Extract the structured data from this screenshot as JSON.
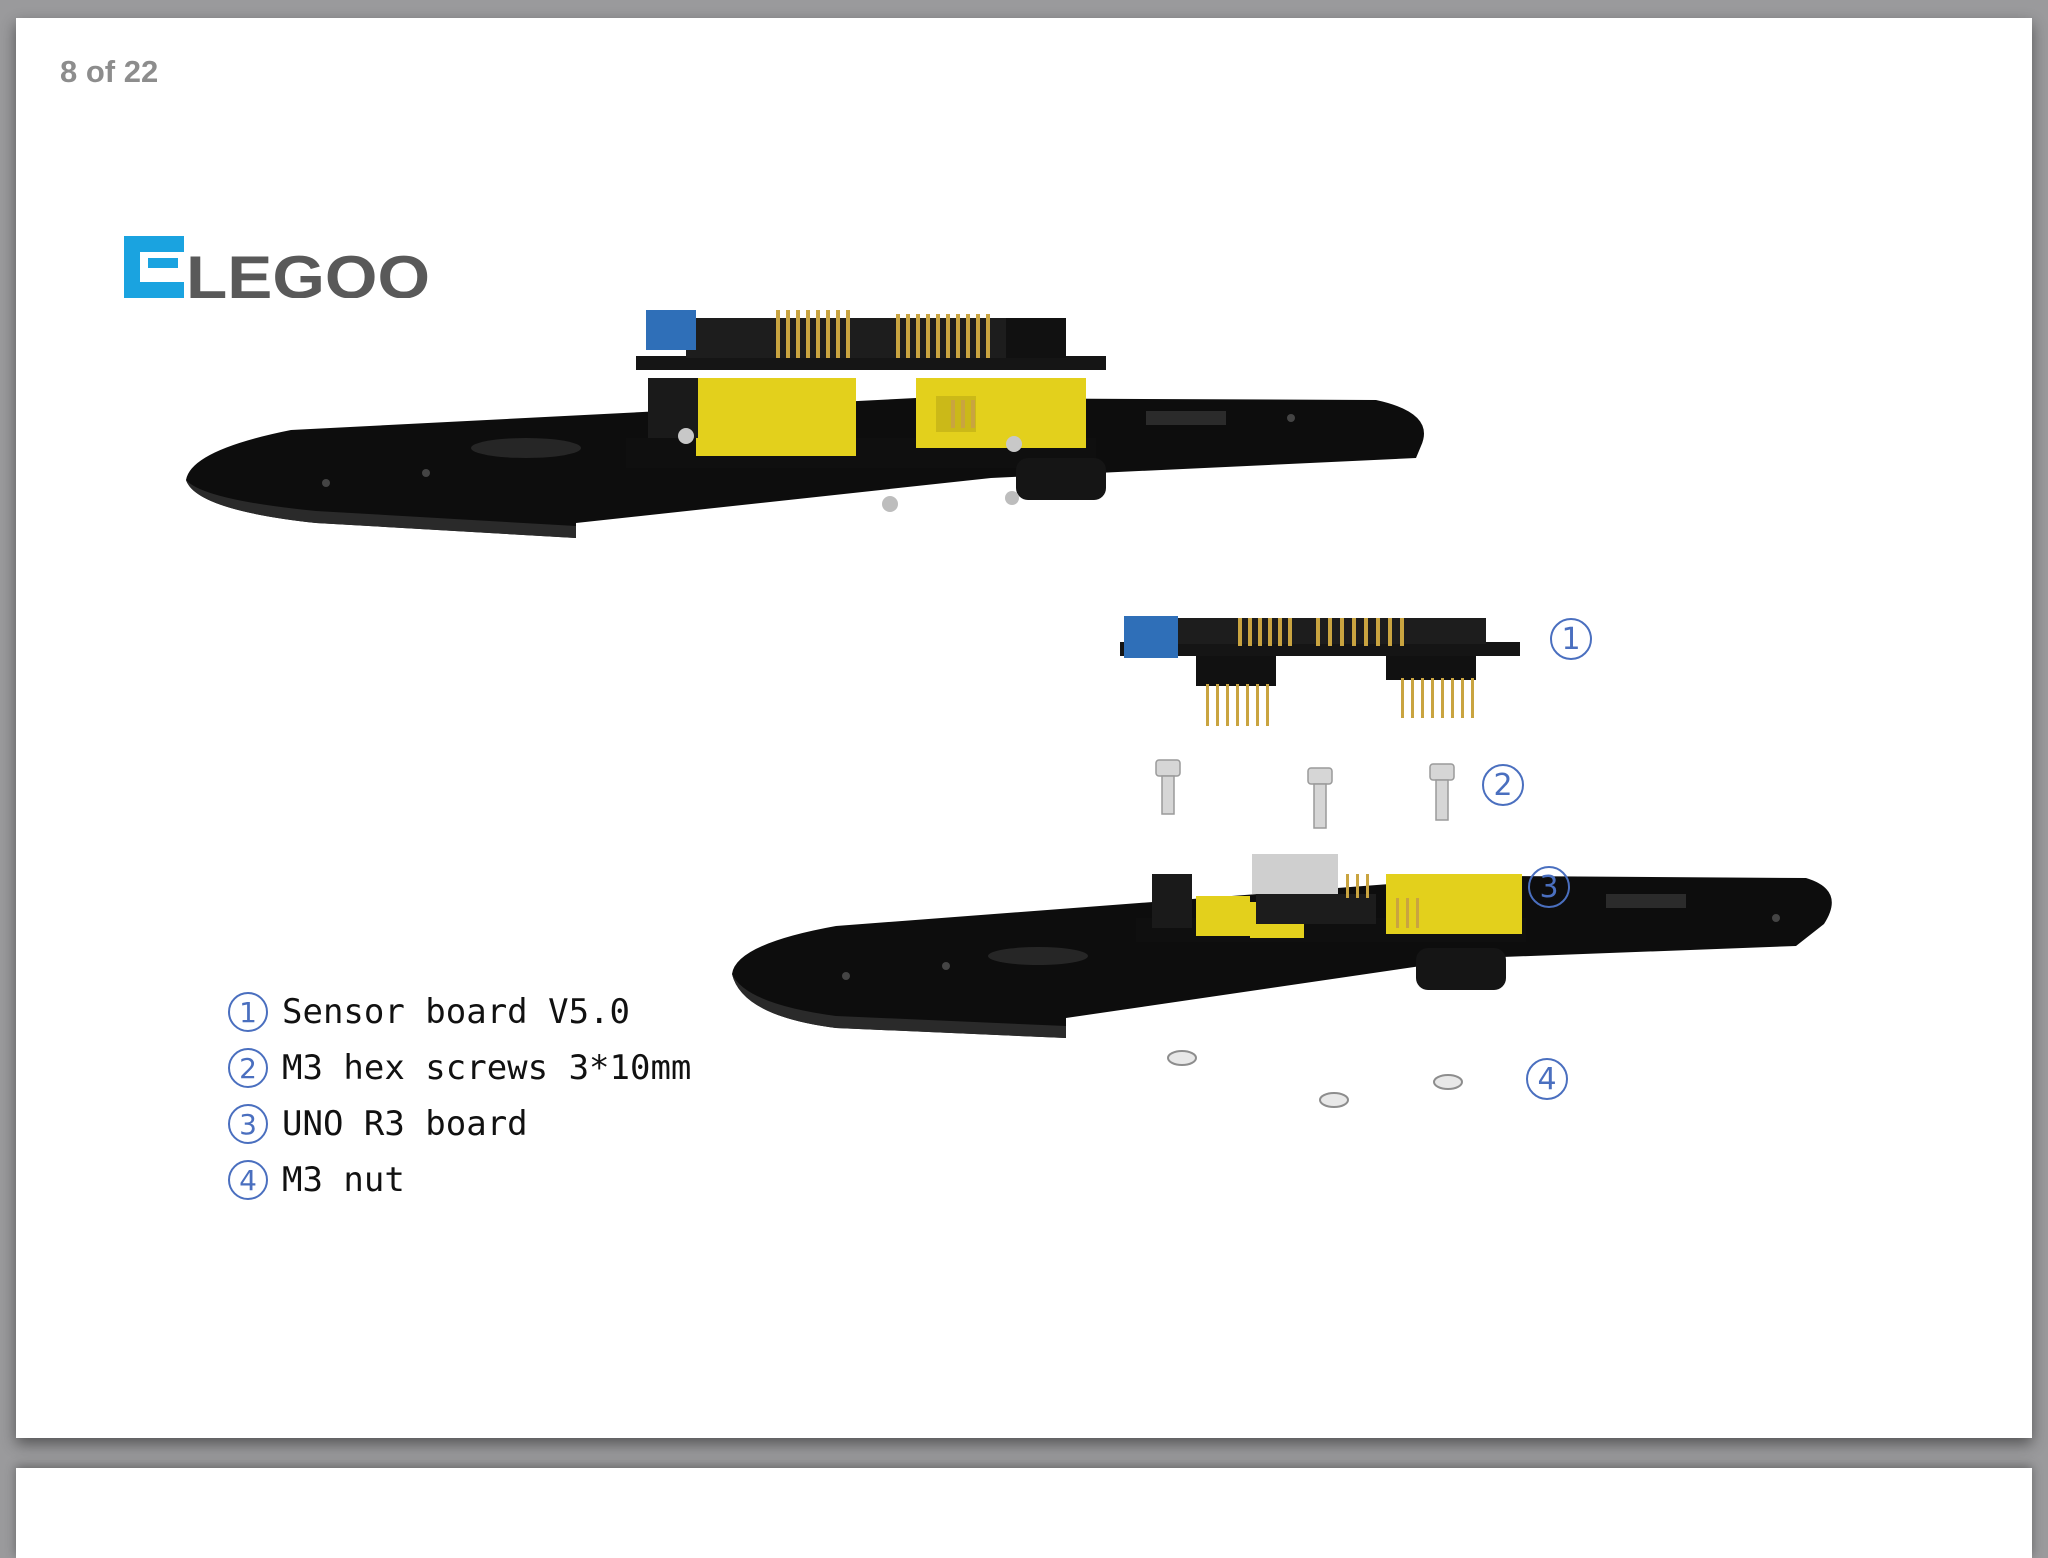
{
  "viewer": {
    "page_counter": "8 of 22"
  },
  "brand": {
    "logo_text": "ELEGOO",
    "logo_color": "#1aa3e0"
  },
  "legend": {
    "items": [
      {
        "num": "1",
        "label": "Sensor board V5.0"
      },
      {
        "num": "2",
        "label": "M3 hex screws 3*10mm"
      },
      {
        "num": "3",
        "label": "UNO R3 board"
      },
      {
        "num": "4",
        "label": "M3 nut"
      }
    ]
  },
  "callouts": [
    "1",
    "2",
    "3",
    "4"
  ],
  "colors": {
    "accent": "#4a6fbf",
    "plate": "#111111",
    "header_yellow": "#e6d21f",
    "pin_gold": "#c9a440"
  }
}
